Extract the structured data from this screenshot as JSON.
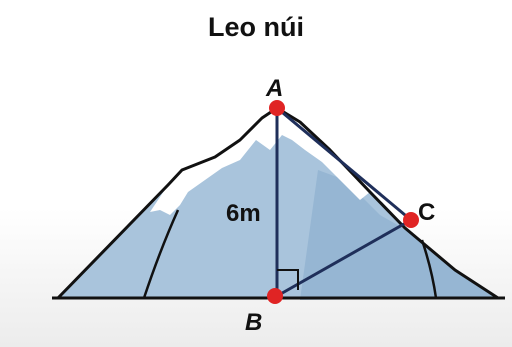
{
  "title": "Leo núi",
  "labels": {
    "A": "A",
    "B": "B",
    "C": "C",
    "height": "6m"
  },
  "colors": {
    "mountain_fill": "#a9c4dc",
    "mountain_shade": "#7fa3c3",
    "line": "#1f2f5a",
    "point": "#e02424"
  }
}
